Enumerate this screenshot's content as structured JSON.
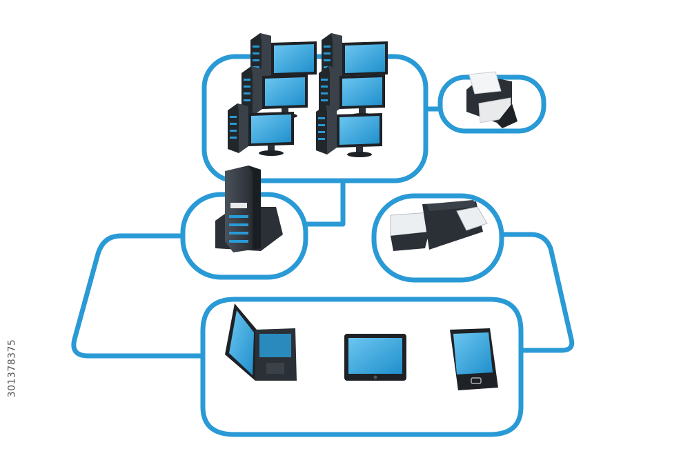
{
  "image_id_text": "301378375",
  "colors": {
    "link_blue": "#2a9ad6",
    "screen_blue": "#35a9e0",
    "device_dark": "#2b3036",
    "device_light": "#eceff2",
    "background": "#ffffff"
  },
  "nodes": {
    "workstation_count": 6,
    "printer_count": 1,
    "server_count": 1,
    "scanner_count": 1,
    "mobile_devices": [
      "laptop",
      "tablet",
      "smartphone"
    ]
  },
  "icons": [
    "desktop-computer-icon",
    "printer-icon",
    "server-tower-icon",
    "scanner-icon",
    "laptop-icon",
    "tablet-icon",
    "smartphone-icon"
  ]
}
